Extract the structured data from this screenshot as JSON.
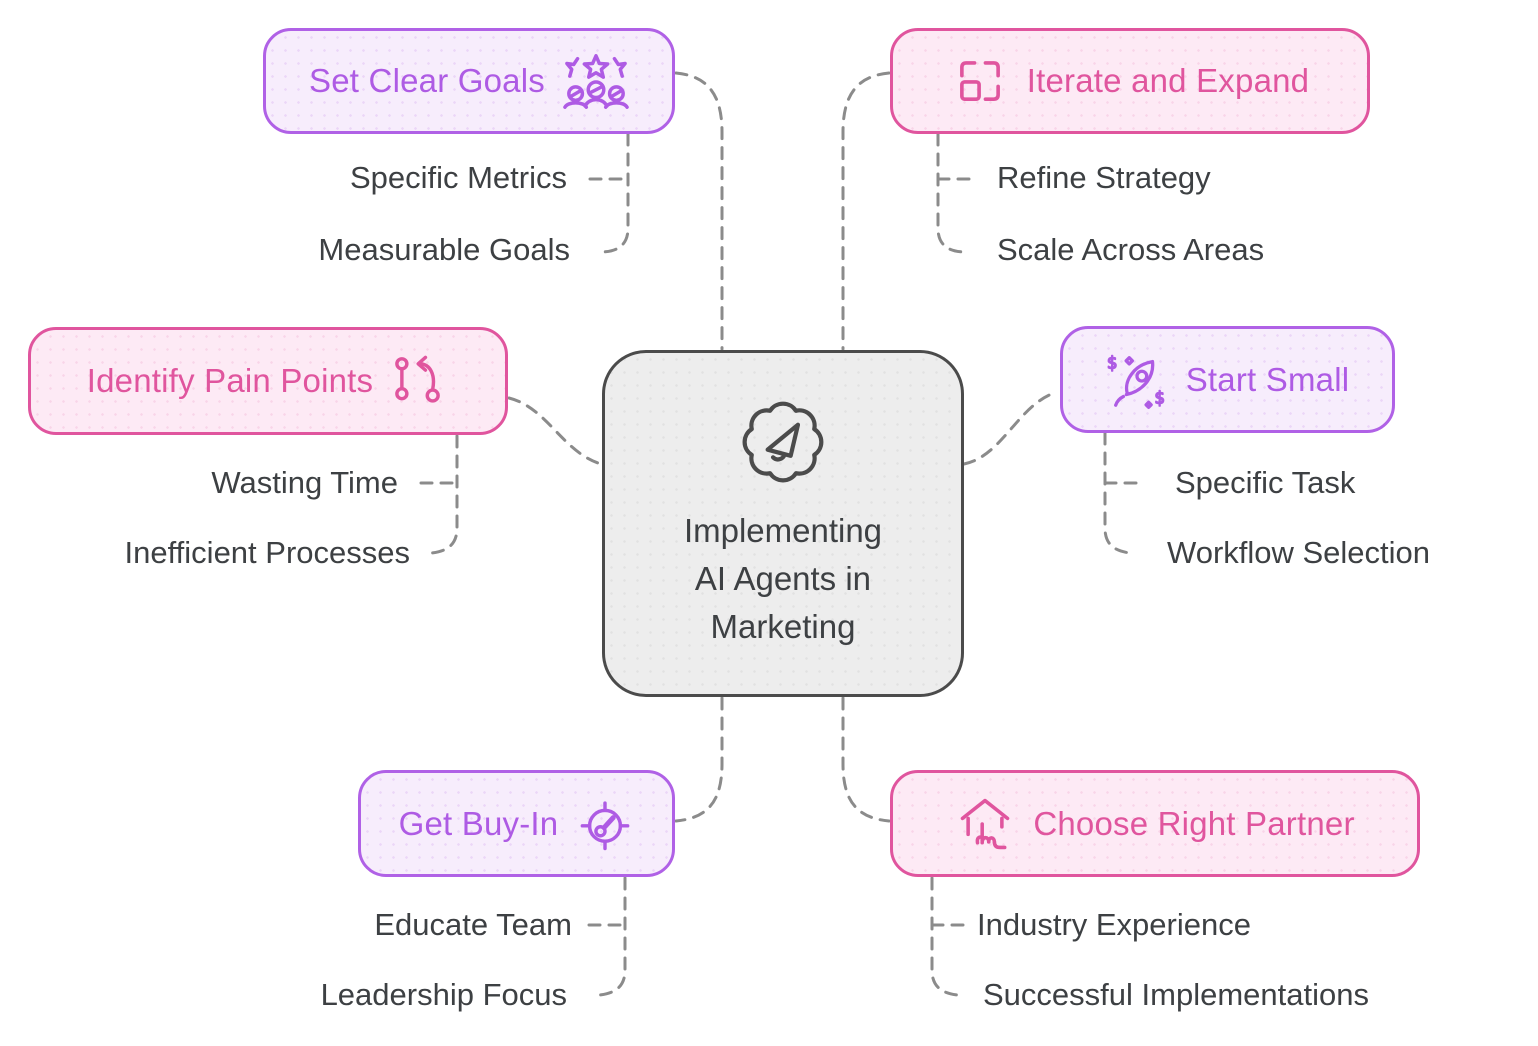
{
  "diagram": {
    "center": {
      "title_lines": [
        "Implementing",
        "AI Agents in",
        "Marketing"
      ],
      "icon": "megaphone-gear-icon"
    },
    "colors": {
      "purple": "#ae5be4",
      "purple_fill": "#f7edfc",
      "pink": "#e0559e",
      "pink_fill": "#fdeaf5",
      "center_fill": "#ededed",
      "center_border": "#4b4b4b",
      "text_gray": "#3d4043",
      "connector_gray": "#8b8b8b"
    },
    "branches": [
      {
        "id": "set-clear-goals",
        "label": "Set Clear Goals",
        "color": "purple",
        "icon": "team-stars-icon",
        "icon_side": "right",
        "children": [
          "Specific Metrics",
          "Measurable Goals"
        ]
      },
      {
        "id": "iterate-and-expand",
        "label": "Iterate and Expand",
        "color": "pink",
        "icon": "expand-icon",
        "icon_side": "left",
        "children": [
          "Refine Strategy",
          "Scale Across Areas"
        ]
      },
      {
        "id": "identify-pain-points",
        "label": "Identify Pain Points",
        "color": "pink",
        "icon": "flow-route-icon",
        "icon_side": "right",
        "children": [
          "Wasting Time",
          "Inefficient Processes"
        ]
      },
      {
        "id": "start-small",
        "label": "Start Small",
        "color": "purple",
        "icon": "rocket-dollar-icon",
        "icon_side": "left",
        "children": [
          "Specific Task",
          "Workflow Selection"
        ]
      },
      {
        "id": "get-buy-in",
        "label": "Get Buy-In",
        "color": "purple",
        "icon": "gauge-target-icon",
        "icon_side": "right",
        "children": [
          "Educate Team",
          "Leadership Focus"
        ]
      },
      {
        "id": "choose-right-partner",
        "label": "Choose Right Partner",
        "color": "pink",
        "icon": "house-select-icon",
        "icon_side": "left",
        "children": [
          "Industry Experience",
          "Successful Implementations"
        ]
      }
    ]
  }
}
